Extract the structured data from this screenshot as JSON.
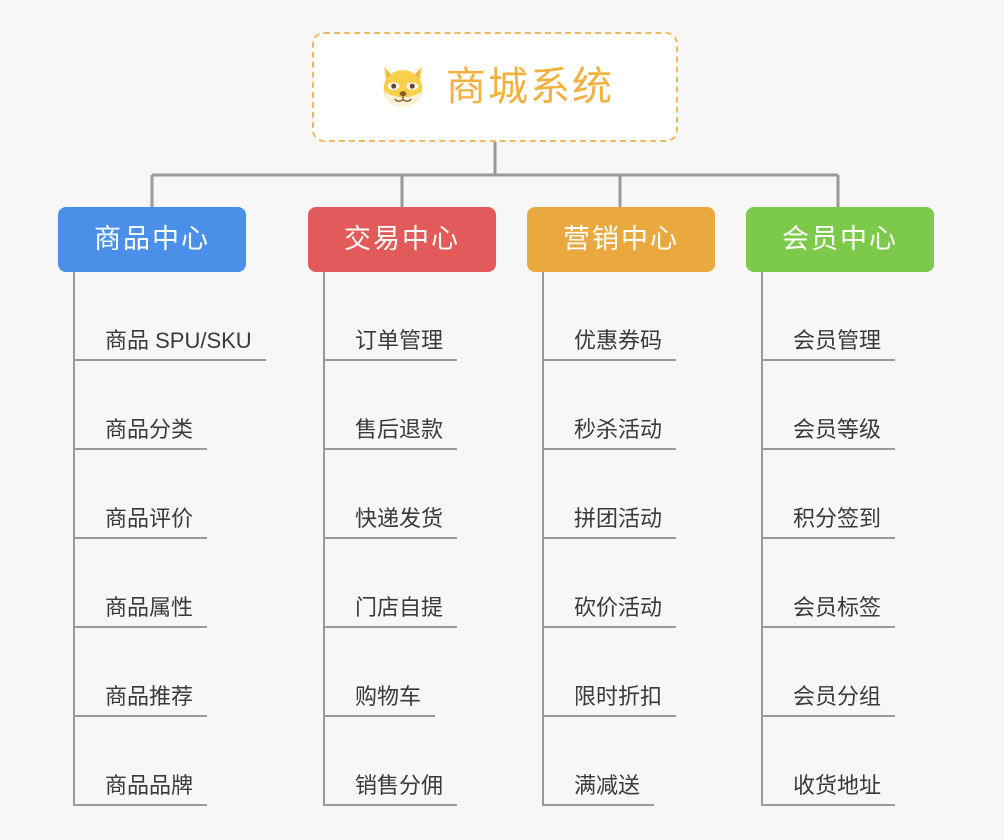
{
  "background_color": "#f7f7f7",
  "root": {
    "title": "商城系统",
    "icon": "shiba-dog-face-emoji",
    "title_color": "#f2b13c",
    "border_color": "#f0b860",
    "fill_color": "#ffffff"
  },
  "connector_color": "#9a9a9a",
  "columns": [
    {
      "header": "商品中心",
      "color": "#4a90e8",
      "items": [
        {
          "label": "商品 SPU/SKU"
        },
        {
          "label": "商品分类"
        },
        {
          "label": "商品评价"
        },
        {
          "label": "商品属性"
        },
        {
          "label": "商品推荐"
        },
        {
          "label": "商品品牌"
        }
      ]
    },
    {
      "header": "交易中心",
      "color": "#e35a5a",
      "items": [
        {
          "label": "订单管理"
        },
        {
          "label": "售后退款"
        },
        {
          "label": "快递发货"
        },
        {
          "label": "门店自提"
        },
        {
          "label": "购物车"
        },
        {
          "label": "销售分佣"
        }
      ]
    },
    {
      "header": "营销中心",
      "color": "#eaa93f",
      "items": [
        {
          "label": "优惠券码"
        },
        {
          "label": "秒杀活动"
        },
        {
          "label": "拼团活动"
        },
        {
          "label": "砍价活动"
        },
        {
          "label": "限时折扣"
        },
        {
          "label": "满减送"
        }
      ]
    },
    {
      "header": "会员中心",
      "color": "#7dc94a",
      "items": [
        {
          "label": "会员管理"
        },
        {
          "label": "会员等级"
        },
        {
          "label": "积分签到"
        },
        {
          "label": "会员标签"
        },
        {
          "label": "会员分组"
        },
        {
          "label": "收货地址"
        }
      ]
    }
  ]
}
